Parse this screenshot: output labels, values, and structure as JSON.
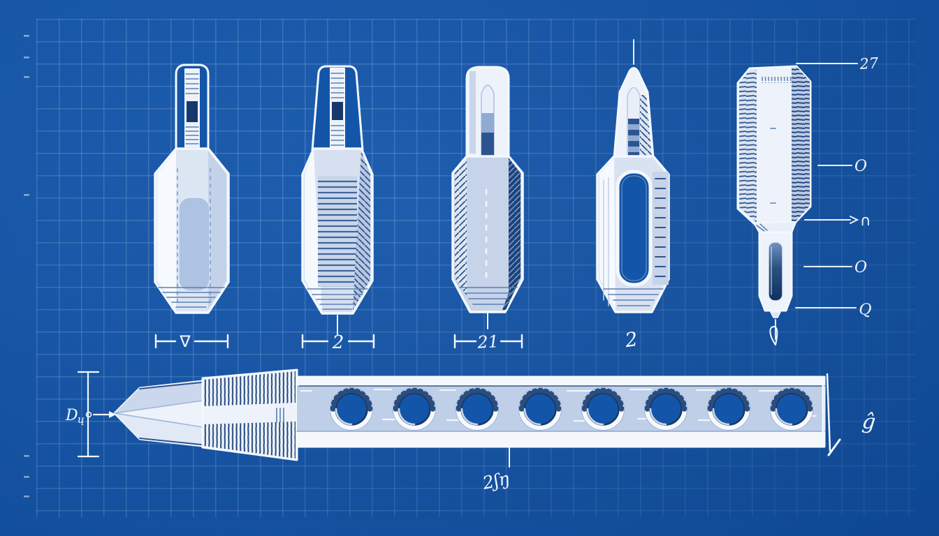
{
  "labels": {
    "dims": [
      "∇",
      "2",
      "21",
      "2"
    ],
    "callouts": [
      "27",
      "O",
      "∩",
      "O",
      "Q"
    ],
    "diameter": {
      "main": "D",
      "sub": "ų"
    },
    "holder_note": "2ʃŋ",
    "holder_end_note": "ĝ"
  },
  "counts": {
    "bits": 5,
    "holder_holes": 8
  },
  "palette": {
    "background": "#1355a9",
    "linework": "#f3f8fd",
    "body_light": "#c6d3e9",
    "body_mid": "#9db4da",
    "slot_dark": "#16396b",
    "hatch_dark": "#2f5488",
    "grid_line": "#bad0ef"
  }
}
